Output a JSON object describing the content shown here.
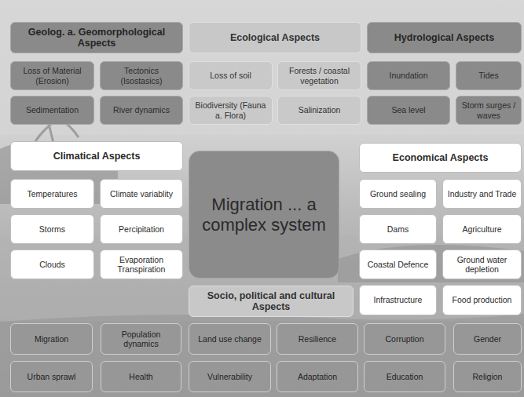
{
  "diagram": {
    "nodes": [
      {
        "text": [
          "Geolog. a. Geomorphological Aspects"
        ]
      },
      {
        "text": [
          "Ecological Aspects"
        ]
      },
      {
        "text": [
          "Hydrological Aspects"
        ]
      },
      {
        "text": [
          "Loss of Material (Erosion)"
        ]
      },
      {
        "text": [
          "Tectonics (Isostasics)"
        ]
      },
      {
        "text": [
          "Loss of soil"
        ]
      },
      {
        "text": [
          "Forests / coastal vegetation"
        ]
      },
      {
        "text": [
          "Inundation"
        ]
      },
      {
        "text": [
          "Tides"
        ]
      },
      {
        "text": [
          "Sedimentation"
        ]
      },
      {
        "text": [
          "River dynamics"
        ]
      },
      {
        "text": [
          "Biodiversity (Fauna a. Flora)"
        ]
      },
      {
        "text": [
          "Salinization"
        ]
      },
      {
        "text": [
          "Sea level"
        ]
      },
      {
        "text": [
          "Storm surges / waves"
        ]
      },
      {
        "text": [
          "Climatical Aspects"
        ]
      },
      {
        "text": [
          "Migration ... a complex system"
        ]
      },
      {
        "text": [
          "Economical Aspects"
        ]
      },
      {
        "text": [
          "Temperatures"
        ]
      },
      {
        "text": [
          "Climate variablity"
        ]
      },
      {
        "text": [
          "Ground sealing"
        ]
      },
      {
        "text": [
          "Industry and Trade"
        ]
      },
      {
        "text": [
          "Storms"
        ]
      },
      {
        "text": [
          "Percipitation"
        ]
      },
      {
        "text": [
          "Dams"
        ]
      },
      {
        "text": [
          "Agriculture"
        ]
      },
      {
        "text": [
          "Clouds"
        ]
      },
      {
        "text": [
          "Evaporation Transpiration"
        ]
      },
      {
        "text": [
          "Coastal Defence"
        ]
      },
      {
        "text": [
          "Ground water depletion"
        ]
      },
      {
        "text": [
          "Infrastructure"
        ]
      },
      {
        "text": [
          "Food production"
        ]
      },
      {
        "text": [
          "Socio, political and cultural Aspects"
        ]
      },
      {
        "text": [
          "Migration"
        ]
      },
      {
        "text": [
          "Population dynamics"
        ]
      },
      {
        "text": [
          "Land use change"
        ]
      },
      {
        "text": [
          "Resilience"
        ]
      },
      {
        "text": [
          "Corruption"
        ]
      },
      {
        "text": [
          "Gender"
        ]
      },
      {
        "text": [
          "Urban sprawl"
        ]
      },
      {
        "text": [
          "Health"
        ]
      },
      {
        "text": [
          "Vulnerability"
        ]
      },
      {
        "text": [
          "Adaptation"
        ]
      },
      {
        "text": [
          "Education"
        ]
      },
      {
        "text": [
          "Religion"
        ]
      }
    ]
  }
}
